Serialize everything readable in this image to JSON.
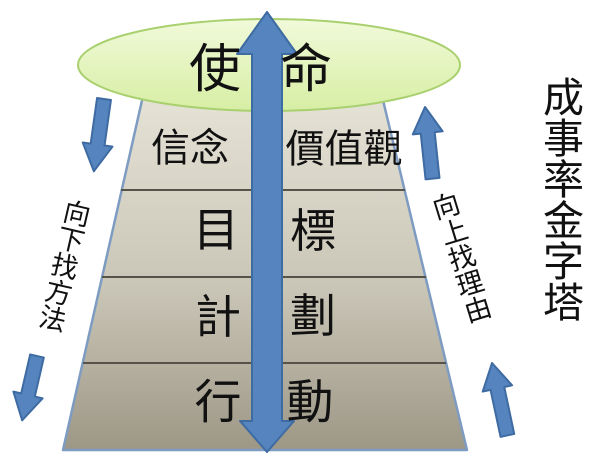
{
  "title": "成事率金字塔",
  "pyramid": {
    "levels": [
      {
        "left": "使",
        "right": "命"
      },
      {
        "left": "信念",
        "right": "價值觀"
      },
      {
        "left": "目",
        "right": "標"
      },
      {
        "left": "計",
        "right": "劃"
      },
      {
        "left": "行",
        "right": "動"
      }
    ]
  },
  "side_labels": {
    "left": "向下找方法",
    "right": "向上找理由"
  },
  "icons": {
    "center_arrow": "double-headed-vertical-arrow",
    "left_side_arrows": "down-arrow",
    "right_side_arrows": "up-arrow"
  },
  "colors": {
    "background": "#ffffff",
    "ellipse_fill_top": "#f1fada",
    "ellipse_fill_bottom": "#d7eea4",
    "ellipse_border": "#a9d06e",
    "pyramid_fill_top": "#e5e2d6",
    "pyramid_fill_bottom": "#9d9786",
    "pyramid_border": "#7e9cc2",
    "level_divider": "#56544a",
    "arrow_fill": "#5584be",
    "arrow_border": "#3e6ba2",
    "text": "#111111"
  }
}
